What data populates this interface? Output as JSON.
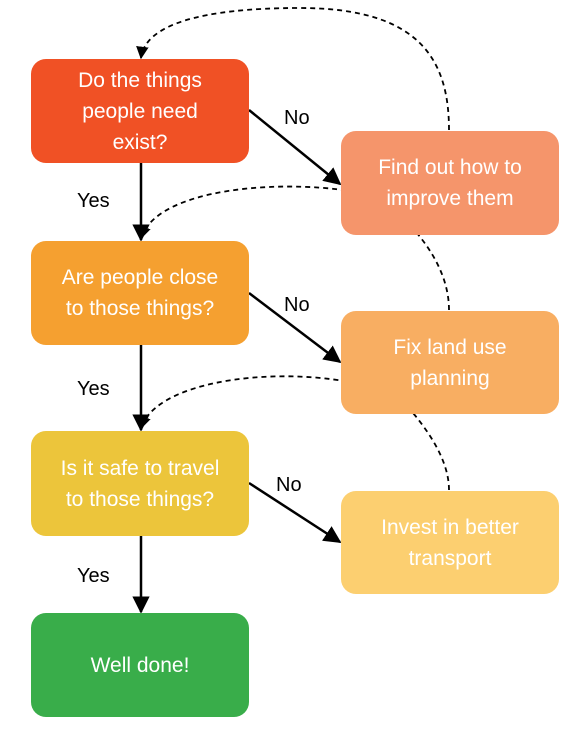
{
  "nodes": {
    "q1": {
      "text": "Do the things\npeople need\nexist?",
      "color": "#f05125"
    },
    "q2": {
      "text": "Are people close\nto those things?",
      "color": "#f5a030"
    },
    "q3": {
      "text": "Is it safe to travel\nto those things?",
      "color": "#ecc53b"
    },
    "done": {
      "text": "Well done!",
      "color": "#39ad4a"
    },
    "a1": {
      "text": "Find out how to\nimprove them",
      "color": "#f5956b"
    },
    "a2": {
      "text": "Fix land use\nplanning",
      "color": "#f8ae62"
    },
    "a3": {
      "text": "Invest in better\ntransport",
      "color": "#fccf70"
    }
  },
  "labels": {
    "yes1": "Yes",
    "yes2": "Yes",
    "yes3": "Yes",
    "no1": "No",
    "no2": "No",
    "no3": "No"
  }
}
